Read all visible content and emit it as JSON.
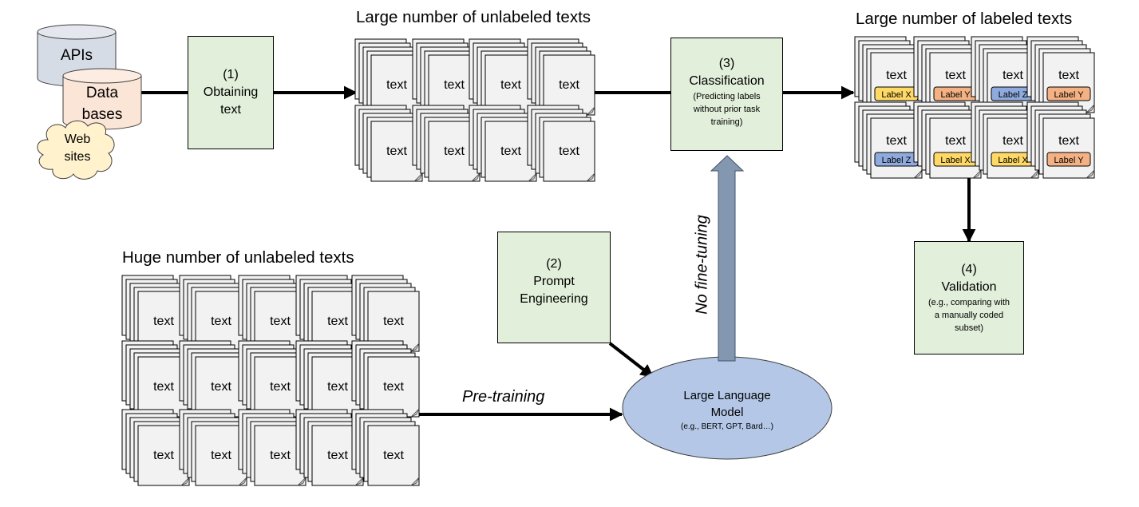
{
  "sources": {
    "apis": "APIs",
    "databases_line1": "Data",
    "databases_line2": "bases",
    "websites_line1": "Web",
    "websites_line2": "sites"
  },
  "steps": {
    "obtaining": {
      "num": "(1)",
      "title_line1": "Obtaining",
      "title_line2": "text"
    },
    "prompt": {
      "num": "(2)",
      "title_line1": "Prompt",
      "title_line2": "Engineering"
    },
    "classification": {
      "num": "(3)",
      "title": "Classification",
      "sub_line1": "(Predicting labels",
      "sub_line2": "without prior task",
      "sub_line3": "training)"
    },
    "validation": {
      "num": "(4)",
      "title": "Validation",
      "sub_line1": "(e.g., comparing with",
      "sub_line2": "a manually coded",
      "sub_line3": "subset)"
    }
  },
  "headings": {
    "unlabeled": "Large number of unlabeled texts",
    "labeled": "Large number of labeled texts",
    "huge": "Huge number of unlabeled texts"
  },
  "doc_text": "text",
  "labeled_docs": [
    [
      "Label X",
      "Label Y",
      "Label Z",
      "Label Y"
    ],
    [
      "Label Z",
      "Label X",
      "Label X",
      "Label Y"
    ]
  ],
  "label_colors": {
    "Label X": "#ffd966",
    "Label Y": "#f4b183",
    "Label Z": "#8faadc"
  },
  "llm": {
    "line1": "Large Language",
    "line2": "Model",
    "examples": "(e.g., BERT, GPT, Bard…)"
  },
  "edge_labels": {
    "pretraining": "Pre-training",
    "no_finetuning": "No fine-tuning"
  },
  "colors": {
    "step_box_fill": "#e2efda",
    "apis_fill": "#d6dce5",
    "databases_fill": "#fbe5d6",
    "websites_fill": "#fff2cc",
    "llm_fill": "#b4c7e7",
    "big_arrow_fill": "#8497b0",
    "doc_fill": "#f2f2f2"
  }
}
